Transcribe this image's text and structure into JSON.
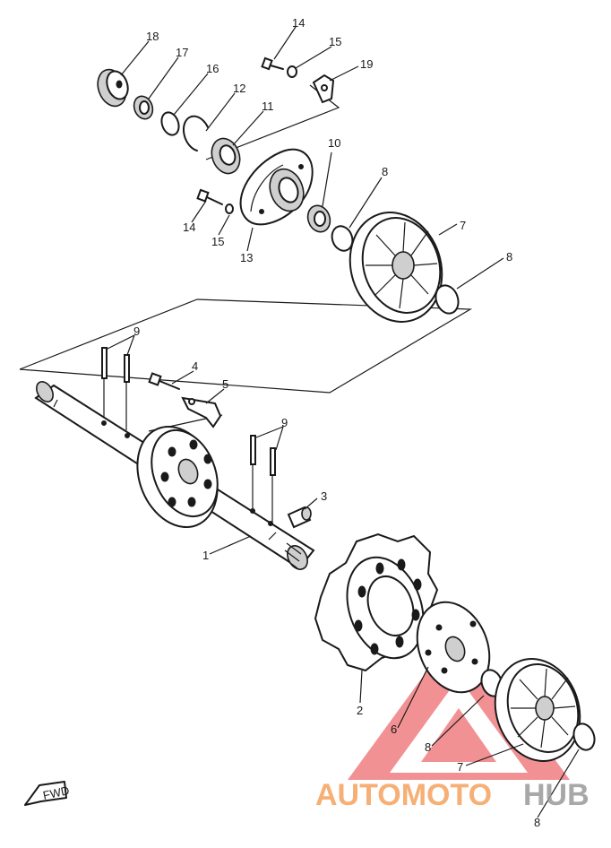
{
  "labels": {
    "l18": "18",
    "l17": "17",
    "l16": "16",
    "l12": "12",
    "l11": "11",
    "l14a": "14",
    "l15a": "15",
    "l19": "19",
    "l10": "10",
    "l8a": "8",
    "l7a": "7",
    "l8b": "8",
    "l14b": "14",
    "l15b": "15",
    "l13": "13",
    "l9a": "9",
    "l4": "4",
    "l5": "5",
    "l9b": "9",
    "l3": "3",
    "l1": "1",
    "l2": "2",
    "l6": "6",
    "l8c": "8",
    "l7b": "7",
    "l8d": "8"
  },
  "fwd_label": "FWD",
  "watermark": {
    "part1": "AUTOMOTO",
    "part2": "HUB"
  },
  "colors": {
    "line": "#1a1a1a",
    "wm_orange": "#f5a25d",
    "wm_red": "#e8383d",
    "wm_grey": "#9a9a9a"
  }
}
